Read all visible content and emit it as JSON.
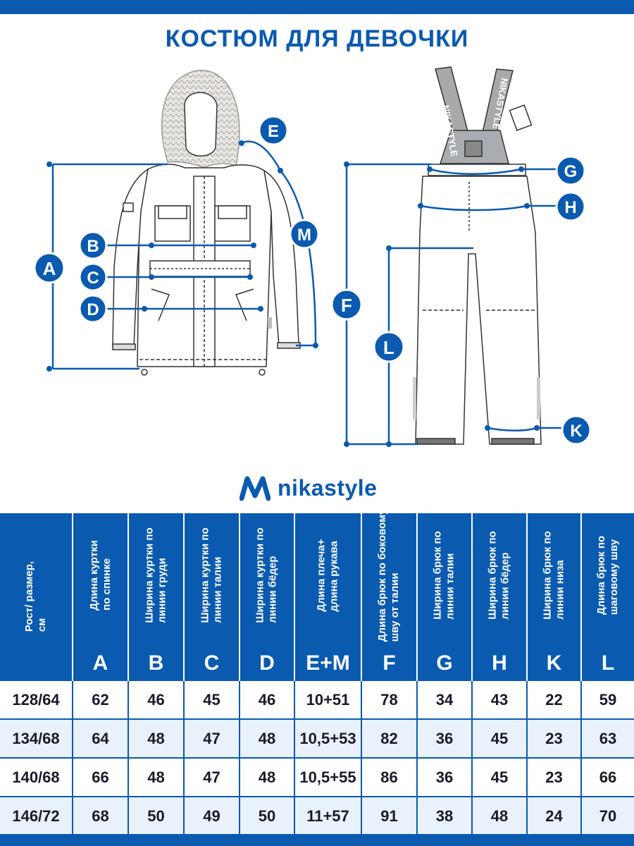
{
  "title": "КОСТЮМ ДЛЯ ДЕВОЧКИ",
  "brand": {
    "name": "nikastyle",
    "color": "#0a5ab0"
  },
  "markers": [
    "A",
    "B",
    "C",
    "D",
    "E",
    "M",
    "F",
    "G",
    "H",
    "L",
    "K"
  ],
  "strap_text": "NIKASTYLE",
  "table": {
    "headers": [
      {
        "text": "Рост/ размер, см",
        "letter": ""
      },
      {
        "text": "Длина куртки по спинке",
        "letter": "A"
      },
      {
        "text": "Ширина куртки по линии груди",
        "letter": "B"
      },
      {
        "text": "Ширина куртки по линии талии",
        "letter": "C"
      },
      {
        "text": "Ширина куртки по линии бёдер",
        "letter": "D"
      },
      {
        "text": "Длина плеча+ длина рукава",
        "letter": "E+M"
      },
      {
        "text": "Длина брюк по боковому шву от талии",
        "letter": "F"
      },
      {
        "text": "Ширина брюк по линии талии",
        "letter": "G"
      },
      {
        "text": "Ширина брюк по линии бёдер",
        "letter": "H"
      },
      {
        "text": "Ширина брюк по линии низа",
        "letter": "K"
      },
      {
        "text": "Длина брюк по шаговому шву",
        "letter": "L"
      }
    ],
    "rows": [
      [
        "128/64",
        "62",
        "46",
        "45",
        "46",
        "10+51",
        "78",
        "34",
        "43",
        "22",
        "59"
      ],
      [
        "134/68",
        "64",
        "48",
        "47",
        "48",
        "10,5+53",
        "82",
        "36",
        "45",
        "23",
        "63"
      ],
      [
        "140/68",
        "66",
        "48",
        "47",
        "48",
        "10,5+55",
        "86",
        "36",
        "45",
        "23",
        "66"
      ],
      [
        "146/72",
        "68",
        "50",
        "49",
        "50",
        "11+57",
        "91",
        "38",
        "48",
        "24",
        "70"
      ]
    ]
  }
}
